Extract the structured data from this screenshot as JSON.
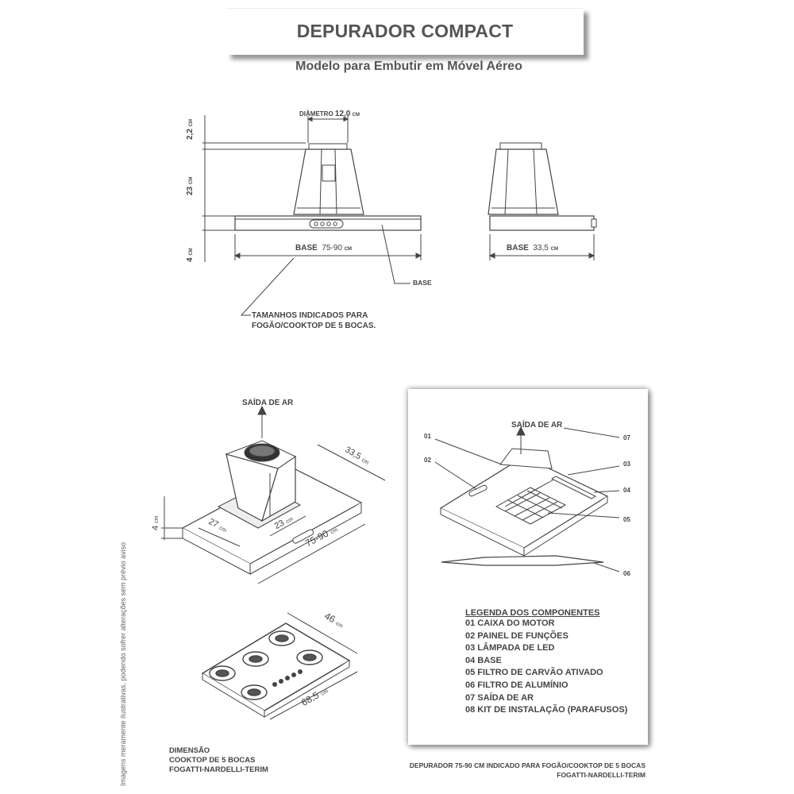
{
  "header": {
    "title": "DEPURADOR COMPACT",
    "subtitle": "Modelo para Embutir em Móvel Aéreo"
  },
  "front_view": {
    "diameter_label": "DIÂMETRO",
    "diameter_value": "12,0",
    "diameter_unit": "CM",
    "dim_top": "2,2",
    "dim_top_unit": "CM",
    "dim_body": "23",
    "dim_body_unit": "CM",
    "dim_base": "4",
    "dim_base_unit": "CM",
    "base_label": "BASE",
    "base_value": "75-90",
    "base_unit": "CM",
    "base_callout": "BASE",
    "note_line1": "TAMANHOS INDICADOS PARA",
    "note_line2": "FOGÃO/COOKTOP DE 5 BOCAS."
  },
  "side_view": {
    "base_label": "BASE",
    "base_value": "33,5",
    "base_unit": "CM"
  },
  "iso_view": {
    "air_outlet": "SAÍDA DE AR",
    "dim_depth": "33,5",
    "dim_depth_unit": "cm",
    "dim_height": "4",
    "dim_height_unit": "cm",
    "dim_box_w": "27",
    "dim_box_w_unit": "cm",
    "dim_box_d": "23",
    "dim_box_d_unit": "cm",
    "dim_width": "75-90",
    "dim_width_unit": "cm"
  },
  "cooktop": {
    "dim_depth": "46",
    "dim_depth_unit": "cm",
    "dim_width": "68,5",
    "dim_width_unit": "cm",
    "caption_line1": "DIMENSÃO",
    "caption_line2": "COOKTOP DE 5 BOCAS",
    "caption_line3": "FOGATTI-NARDELLI-TERIM"
  },
  "components_panel": {
    "air_outlet": "SAÍDA DE AR",
    "callouts": [
      "01",
      "02",
      "03",
      "04",
      "05",
      "06",
      "07"
    ],
    "legend_title": "LEGENDA DOS COMPONENTES",
    "legend_items": [
      "01 CAIXA DO MOTOR",
      "02 PAINEL DE FUNÇÕES",
      "03 LÂMPADA DE LED",
      "04 BASE",
      "05 FILTRO DE CARVÃO ATIVADO",
      "06 FILTRO DE ALUMÍNIO",
      "07 SAÍDA DE AR",
      "08 KIT DE INSTALAÇÃO (PARAFUSOS)"
    ],
    "caption_line1": "DEPURADOR 75-90 CM INDICADO PARA FOGÃO/COOKTOP DE 5 BOCAS",
    "caption_line2": "FOGATTI-NARDELLI-TERIM"
  },
  "side_note": "Imagens meramente ilustrativas, podendo sofrer alterações sem prévio aviso"
}
